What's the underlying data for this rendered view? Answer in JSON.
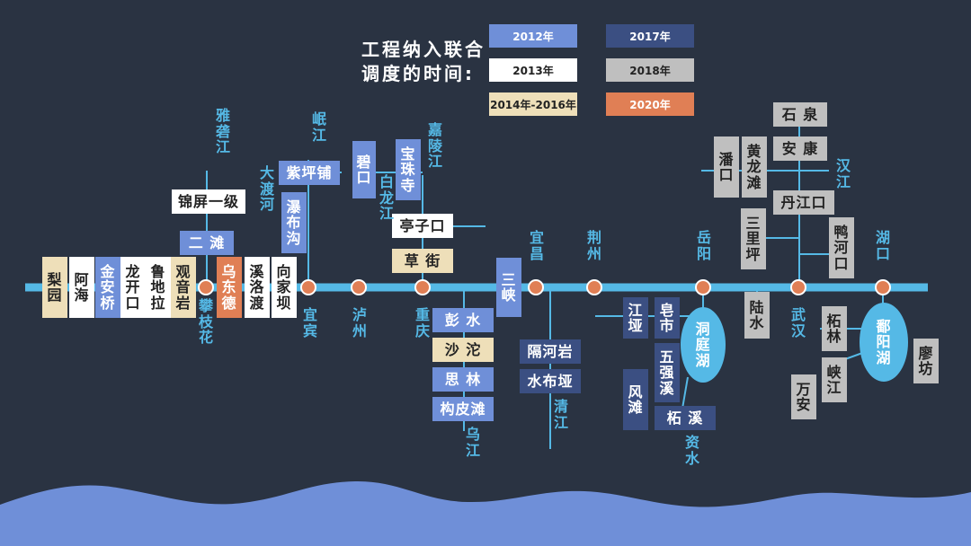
{
  "title": "工程纳入联合\n调度的时间:",
  "colors": {
    "y2012": "#6f8fd8",
    "y2013": "#ffffff",
    "y2014": "#eedfb9",
    "y2017": "#3b4f82",
    "y2018": "#bfbfbf",
    "y2020": "#e07f55",
    "river": "#55b9e6",
    "node": "#e07f55"
  },
  "legend": [
    {
      "cls": "y2012",
      "label": "2012年"
    },
    {
      "cls": "y2017",
      "label": "2017年"
    },
    {
      "cls": "y2013",
      "label": "2013年"
    },
    {
      "cls": "y2018",
      "label": "2018年"
    },
    {
      "cls": "y2014",
      "label": "2014年-2016年"
    },
    {
      "cls": "y2020",
      "label": "2020年"
    }
  ],
  "reservoirs": {
    "liyuan": "梨\n园",
    "ahai": "阿\n海",
    "jinanqiao": "金安\n桥",
    "longkaikou": "龙开\n口",
    "ludila": "鲁地\n拉",
    "guanyinyan": "观音\n岩",
    "jinpingyiji": "锦屏一级",
    "ertan": "二 滩",
    "wudongde": "乌东\n德",
    "xiluodu": "溪洛\n渡",
    "xiangjiaba": "向家\n坝",
    "zipingpu": "紫坪铺",
    "pubugou": "瀑布\n沟",
    "bikou": "碧\n口",
    "baozhusi": "宝珠\n寺",
    "tingzikou": "亭子口",
    "caojie": "草 街",
    "sanxia": "三\n峡",
    "pengshui": "彭 水",
    "shatuo": "沙 沱",
    "silin": "思 林",
    "goupitan": "构皮滩",
    "geheyan": "隔河岩",
    "shuibuya": "水布垭",
    "jiangya": "江\n垭",
    "zaoshi": "皂\n市",
    "wuqiangxi": "五强\n溪",
    "fengtan": "风\n滩",
    "zhexi": "柘 溪",
    "luoshui": "陆\n水",
    "shiquan": "石 泉",
    "ankang": "安 康",
    "panko": "潘\n口",
    "huanglongtan": "黄龙\n滩",
    "danjiangkou": "丹江口",
    "sanliping": "三里\n坪",
    "yahekou": "鸭河\n口",
    "zhelin": "柘\n林",
    "xiajiang": "峡\n江",
    "wanan": "万\n安",
    "liaofang": "廖\n坊"
  },
  "lakes": {
    "dongting": "洞\n庭\n湖",
    "poyang": "鄱\n阳\n湖"
  },
  "labels": {
    "yalongjiang": "雅\n砻\n江",
    "panzhihua": "攀\n枝\n花",
    "daduhe": "大\n渡\n河",
    "minjiang": "岷\n江",
    "yibin": "宜\n宾",
    "bailongjiang": "白\n龙\n江",
    "jialingjiang": "嘉\n陵\n江",
    "luzhou": "泸\n州",
    "chongqing": "重\n庆",
    "wujiang": "乌\n江",
    "yichang": "宜\n昌",
    "qingjiang": "清\n江",
    "jingzhou": "荆\n州",
    "yueyang": "岳\n阳",
    "zishui": "资\n水",
    "hanjiang": "汉\n江",
    "wuhan": "武\n汉",
    "hukou": "湖\n口"
  }
}
